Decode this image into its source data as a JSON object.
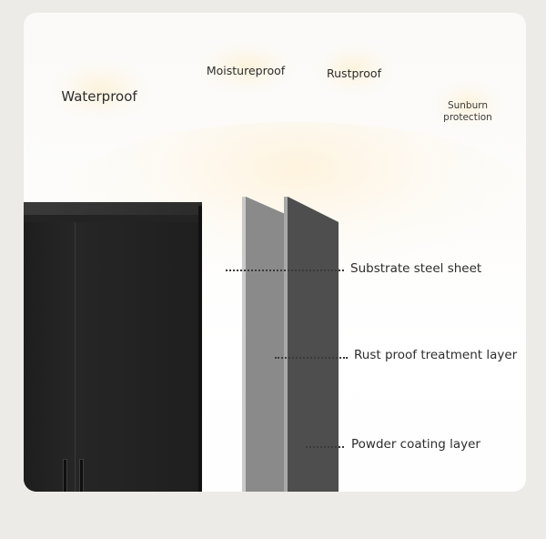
{
  "features": {
    "waterproof": "Waterproof",
    "moistureproof": "Moistureproof",
    "rustproof": "Rustproof",
    "sunburn": "Sunburn protection"
  },
  "layers": [
    {
      "label": "Substrate steel sheet"
    },
    {
      "label": "Rust proof treatment layer"
    },
    {
      "label": "Powder coating layer"
    }
  ],
  "colors": {
    "background": "#ecebe7",
    "cabinet": "#232323",
    "sheet_light": "#8a8a8a",
    "sheet_dark": "#4e4e4e",
    "text": "#2d2d2d"
  }
}
